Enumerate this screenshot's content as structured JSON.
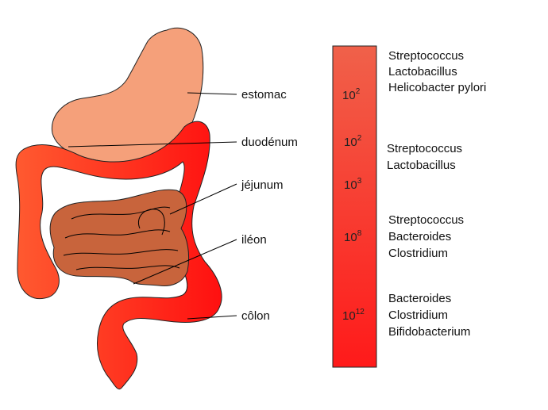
{
  "organs": {
    "estomac": "estomac",
    "duodenum": "duodénum",
    "jejunum": "jéjunum",
    "ileon": "iléon",
    "colon": "côlon"
  },
  "gradient_bar": {
    "color_top": "#f0614a",
    "color_bottom": "#ff1a1a",
    "levels": [
      {
        "base": "10",
        "exp": "2"
      },
      {
        "base": "10",
        "exp": "2"
      },
      {
        "base": "10",
        "exp": "3"
      },
      {
        "base": "10",
        "exp": "8"
      },
      {
        "base": "10",
        "exp": "12"
      }
    ]
  },
  "bacteria_groups": [
    [
      "Streptococcus",
      "Lactobacillus",
      "Helicobacter pylori"
    ],
    [
      "Streptococcus",
      "Lactobacillus"
    ],
    [
      "Streptococcus",
      "Bacteroides",
      "Clostridium"
    ],
    [
      "Bacteroides",
      "Clostridium",
      "Bifidobacterium"
    ]
  ],
  "colors": {
    "stomach": "#f5a07a",
    "colon_left": "#ff5a30",
    "colon_right": "#ff1010",
    "small_intestine": "#c8643c"
  }
}
